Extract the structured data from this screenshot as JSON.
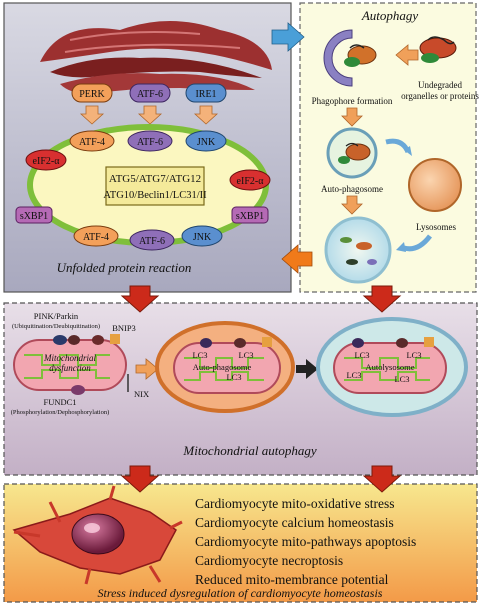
{
  "upr_panel": {
    "title": "Unfolded protein reaction",
    "sensors": [
      "PERK",
      "ATF-6",
      "IRE1"
    ],
    "top_row": [
      "ATF-4",
      "ATF-6",
      "JNK"
    ],
    "side_left": "eIF2-α",
    "side_right": "eIF2-α",
    "mid_left": "sXBP1",
    "mid_right": "sXBP1",
    "bottom_row": [
      "ATF-4",
      "ATF-6",
      "JNK"
    ],
    "atg_box": [
      "ATG5/ATG7/ATG12",
      "ATG10/Beclin1/LC31/II"
    ]
  },
  "autophagy_panel": {
    "title": "Autophagy",
    "phagophore": "Phagophore formation",
    "undegraded": [
      "Undegraded",
      "organelles or proteins"
    ],
    "autophagosome": "Auto-phagosome",
    "lysosomes": "Lysosomes"
  },
  "mito_panel": {
    "title": "Mitochondrial autophagy",
    "pink": "PINK/Parkin",
    "pink_sub": "(Ubiquitination/Deubiquitination)",
    "bnip3": "BNIP3",
    "dysfunction": [
      "Mitochondrial",
      "dysfunction"
    ],
    "nix": "NIX",
    "fundc1": "FUNDC1",
    "fundc1_sub": "(Phosphorylation/Dephosphorylation)",
    "lc3_a": [
      "LC3",
      "LC3",
      "LC3"
    ],
    "autophagosome_label": "Auto-phagosome",
    "lc3_b": [
      "LC3",
      "LC3",
      "LC3",
      "LC3"
    ],
    "autolysosome_label": "Autolysosome"
  },
  "stress_panel": {
    "items": [
      "Cardiomyocyte mito-oxidative stress",
      "Cardiomyocyte calcium homeostasis",
      "Cardiomyocyte mito-pathways apoptosis",
      "Cardiomyocyte necroptosis",
      "Reduced mito-membrance potential"
    ],
    "caption": "Stress induced dysregulation of cardiomyocyte homeostasis"
  },
  "colors": {
    "upr_bg": "#c9c9d6",
    "autophagy_bg": "#fbfbe0",
    "mito_bg": "#d6c9d6",
    "stress_bg_top": "#f6e48a",
    "stress_bg_bottom": "#f29a4a",
    "arrow_red": "#cc2a1a",
    "arrow_blue": "#4a9fd8",
    "arrow_orange": "#f07a1a",
    "er_red": "#8e2a2a",
    "cell_membrane": "#7fbf3a",
    "cell_fill": "#fbf7c0",
    "protein_orange": "#f3a05a",
    "protein_purple": "#8f6fb8",
    "protein_blue": "#5a8fcf"
  },
  "icons": [
    "er-icon",
    "mitochondrion-icon",
    "lysosome-icon",
    "cardiomyocyte-icon"
  ]
}
